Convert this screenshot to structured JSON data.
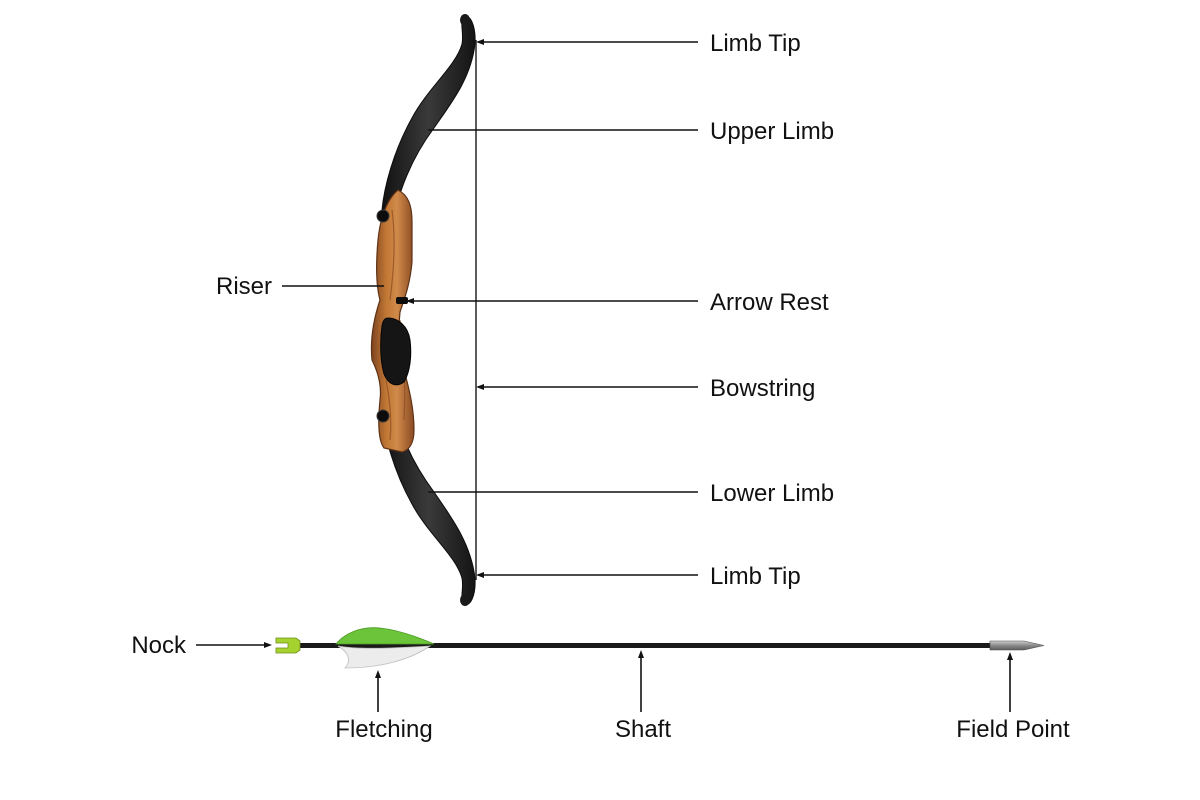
{
  "labels": {
    "limb_tip_top": "Limb Tip",
    "upper_limb": "Upper Limb",
    "riser": "Riser",
    "arrow_rest": "Arrow Rest",
    "bowstring": "Bowstring",
    "lower_limb": "Lower Limb",
    "limb_tip_bottom": "Limb Tip",
    "nock": "Nock",
    "fletching": "Fletching",
    "shaft": "Shaft",
    "field_point": "Field Point"
  },
  "colors": {
    "limb": "#1c1c1c",
    "limb_edge": "#4a4a4a",
    "riser_wood": "#b5692f",
    "riser_wood_dark": "#7e4420",
    "riser_wood_light": "#d08a4a",
    "grip": "#151515",
    "string": "#333333",
    "nock": "#a6d22f",
    "fletch_green": "#6cc43a",
    "fletch_white": "#ececec",
    "shaft": "#1a1a1a",
    "point": "#9a9a9a"
  }
}
